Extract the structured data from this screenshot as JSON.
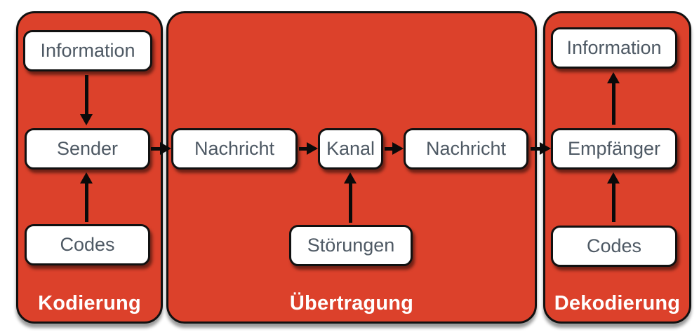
{
  "colors": {
    "background": "#FFFFFF",
    "panel_red": "#DC412B",
    "panel_border": "#111111",
    "node_background": "#FFFFFF",
    "node_border": "#111111",
    "node_text": "#4E5964",
    "panel_label_text": "#FFFFFF",
    "arrow_black": "#0A0A0A"
  },
  "panels": {
    "left": {
      "label": "Kodierung"
    },
    "middle": {
      "label": "Übertragung"
    },
    "right": {
      "label": "Dekodierung"
    }
  },
  "nodes": {
    "information_left": "Information",
    "sender": "Sender",
    "codes_left": "Codes",
    "nachricht_left": "Nachricht",
    "kanal": "Kanal",
    "nachricht_right": "Nachricht",
    "stoerungen": "Störungen",
    "information_right": "Information",
    "empfaenger": "Empfänger",
    "codes_right": "Codes"
  }
}
